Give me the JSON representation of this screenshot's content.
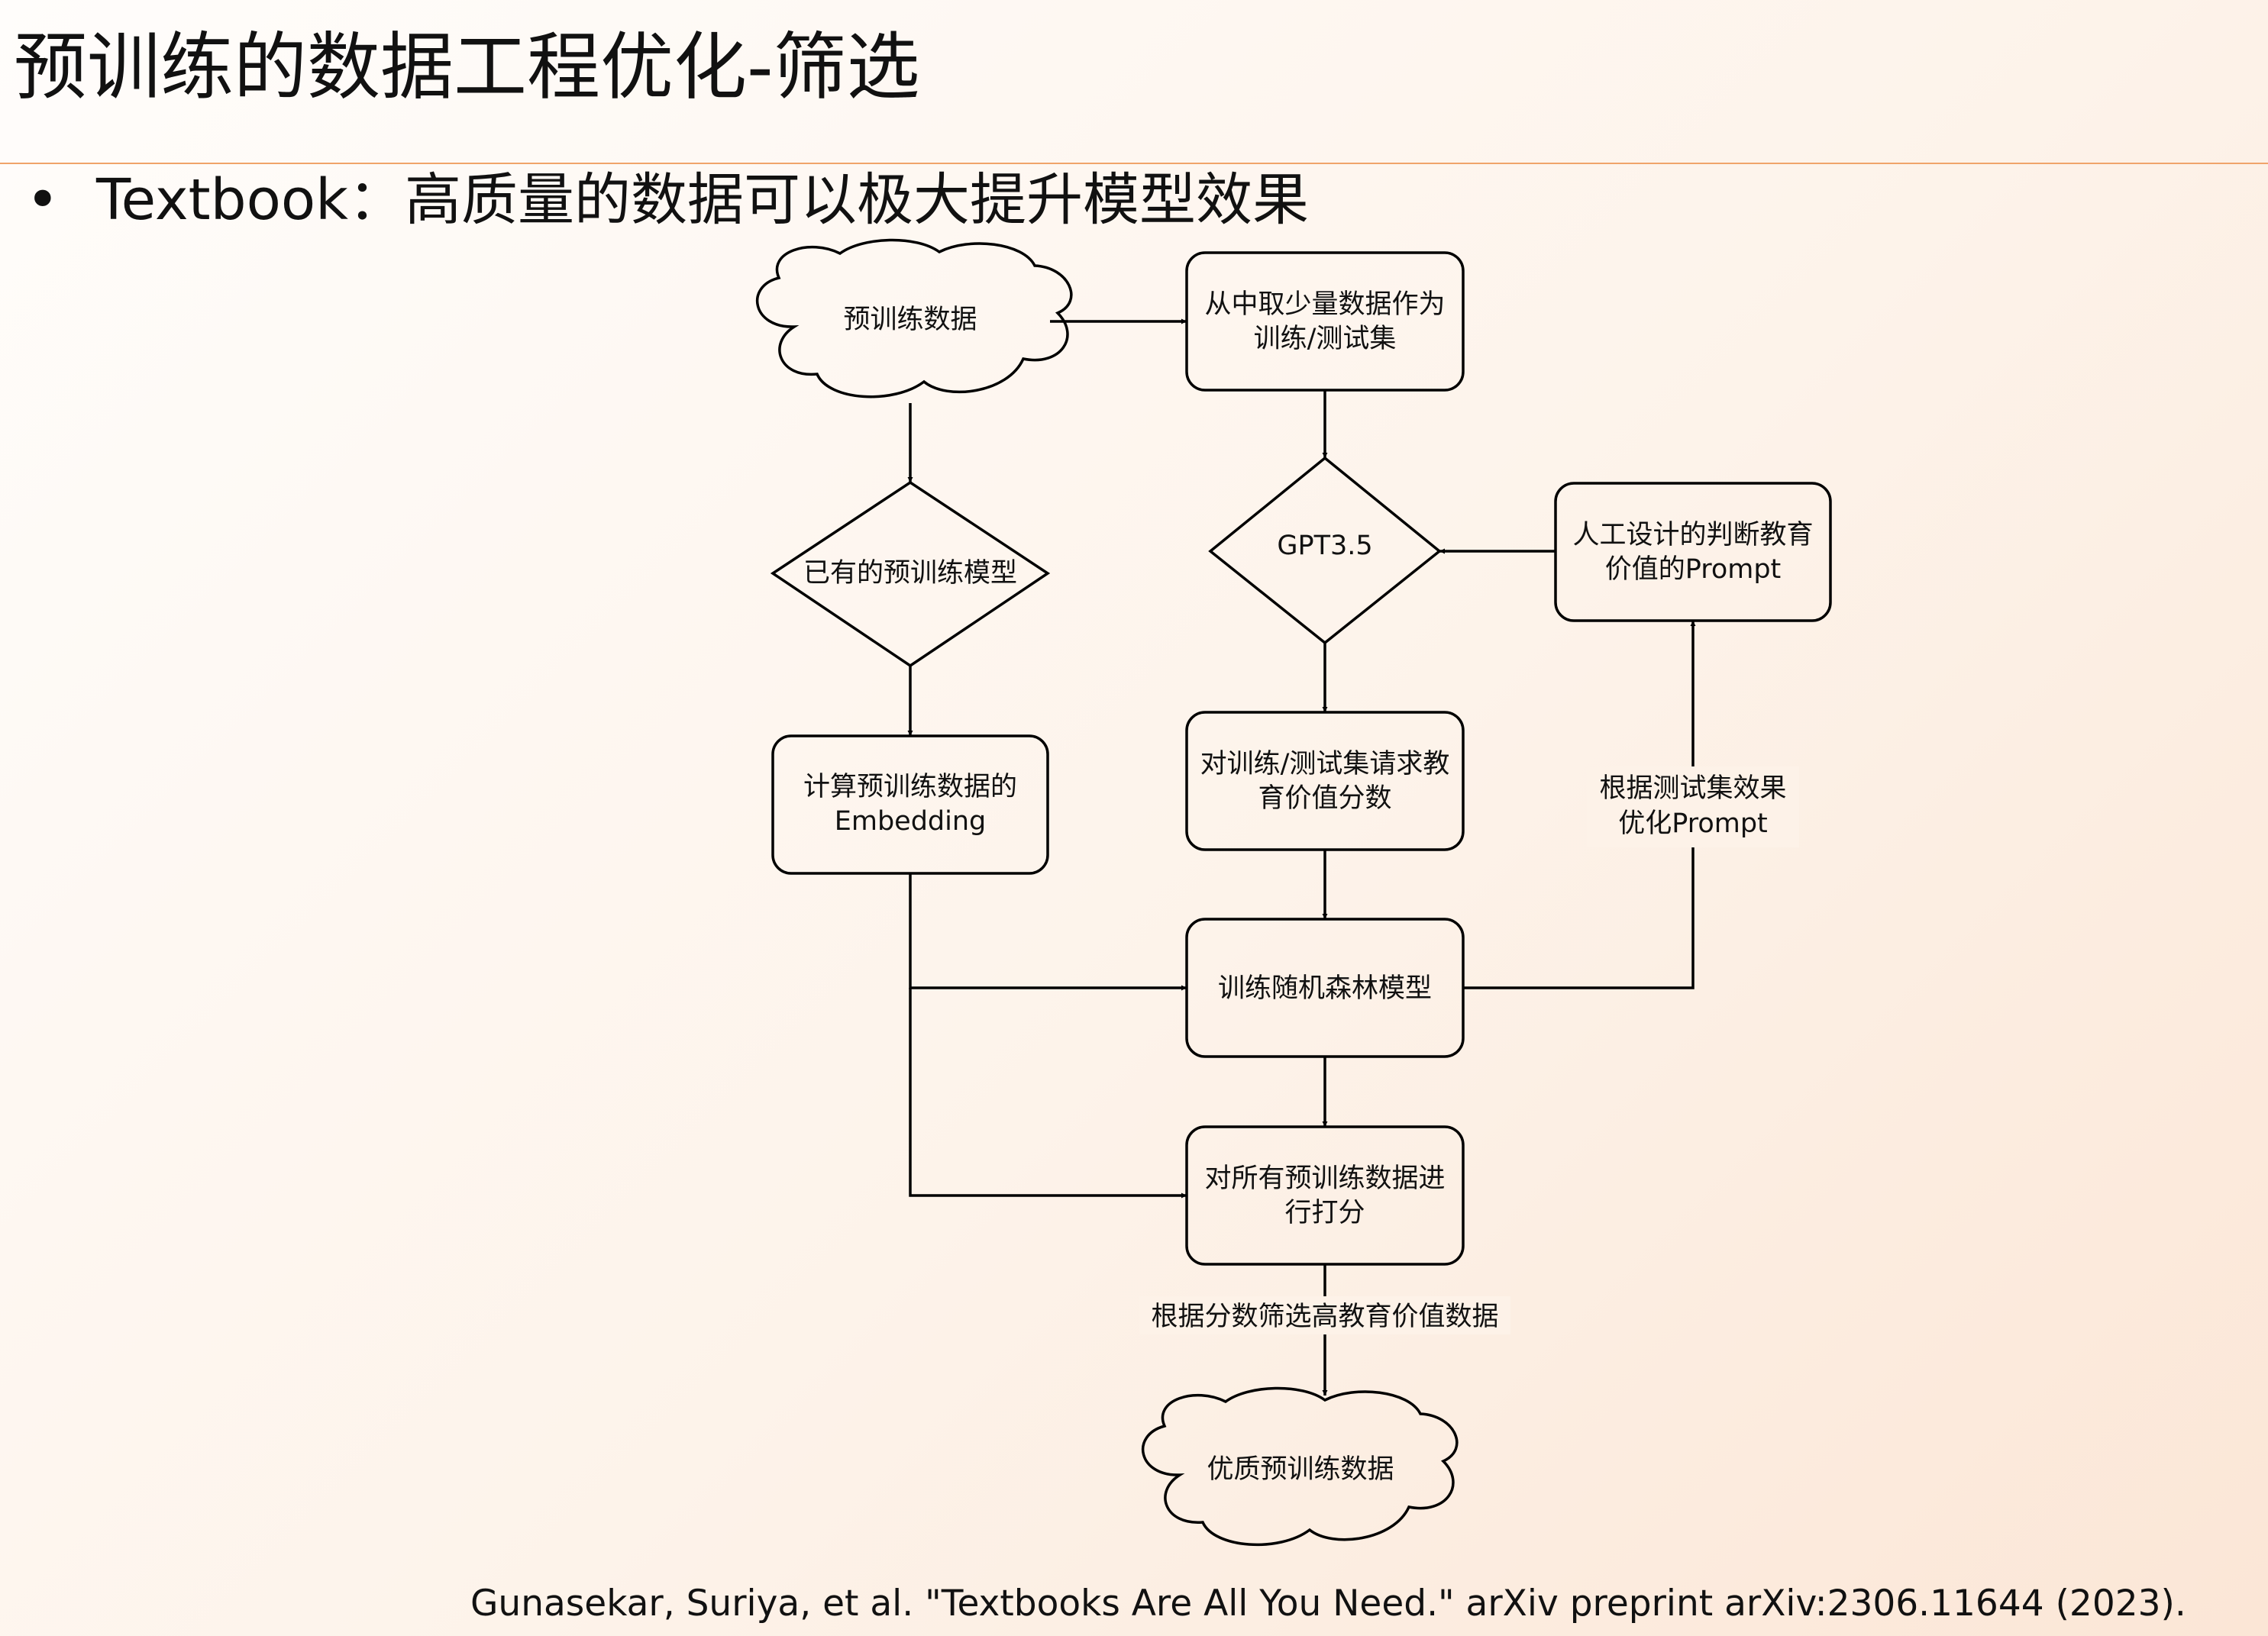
{
  "slide": {
    "title": "预训练的数据工程优化-筛选",
    "bullet_marker": "•",
    "bullet_text": "Textbook：高质量的数据可以极大提升模型效果",
    "citation": "Gunasekar, Suriya, et al. \"Textbooks Are All You Need.\" arXiv preprint arXiv:2306.11644 (2023)."
  },
  "diagram": {
    "nodes": {
      "pretrain_data": [
        "预训练数据"
      ],
      "sample_data": [
        "从中取少量数据作为",
        "训练/测试集"
      ],
      "existing_model": [
        "已有的预训练模型"
      ],
      "gpt35": [
        "GPT3.5"
      ],
      "manual_prompt": [
        "人工设计的判断教育",
        "价值的Prompt"
      ],
      "compute_embedding": [
        "计算预训练数据的",
        "Embedding"
      ],
      "request_score": [
        "对训练/测试集请求教",
        "育价值分数"
      ],
      "train_rf": [
        "训练随机森林模型"
      ],
      "score_all": [
        "对所有预训练数据进",
        "行打分"
      ],
      "quality_data": [
        "优质预训练数据"
      ]
    },
    "edge_labels": {
      "optimize_prompt": [
        "根据测试集效果",
        "优化Prompt"
      ],
      "filter_by_score": [
        "根据分数筛选高教育价值数据"
      ]
    }
  }
}
